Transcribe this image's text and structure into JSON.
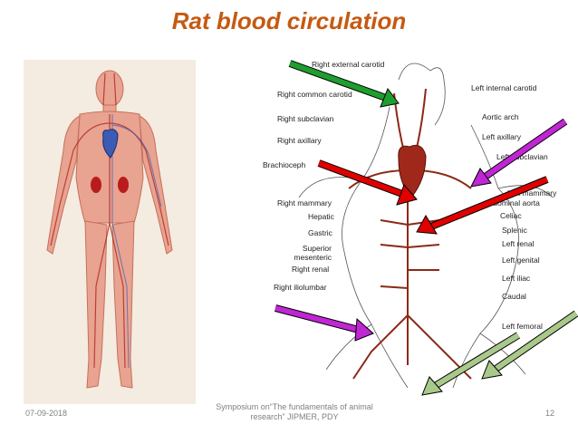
{
  "slide": {
    "title": "Rat blood circulation",
    "footer_date": "07-09-2018",
    "footer_center": "Symposium on“The fundamentals of animal research” JIPMER, PDY",
    "page_number": "12"
  },
  "rat_labels": {
    "right_external_carotid": "Right external carotid",
    "left_internal_carotid": "Left internal carotid",
    "right_common_carotid": "Right common carotid",
    "right_subclavian": "Right subclavian",
    "aortic_arch": "Aortic arch",
    "left_axillary": "Left axillary",
    "right_axillary": "Right axillary",
    "left_subclavian": "Left subclavian",
    "brachiocephalic": "Brachioceph",
    "left_mammary": "Left mammary",
    "abdominal_aorta": "Abdominal aorta",
    "right_mammary": "Right mammary",
    "hepatic": "Hepatic",
    "celiac": "Celiac",
    "gastric": "Gastric",
    "splenic": "Splenic",
    "superior_mesenteric": "Superior mesenteric",
    "left_renal": "Left renal",
    "right_renal": "Right renal",
    "left_genital": "Left genital",
    "right_iliolumbar": "Right iliolumbar",
    "left_iliac": "Left iliac",
    "caudal": "Caudal",
    "left_femoral": "Left femoral"
  },
  "colors": {
    "title": "#c55a11",
    "arrow_green": "#1e9e2e",
    "arrow_purple": "#c026d3",
    "arrow_red": "#e00000",
    "arrow_light_green": "#a9c98a",
    "vessel": "#8b2a17"
  }
}
